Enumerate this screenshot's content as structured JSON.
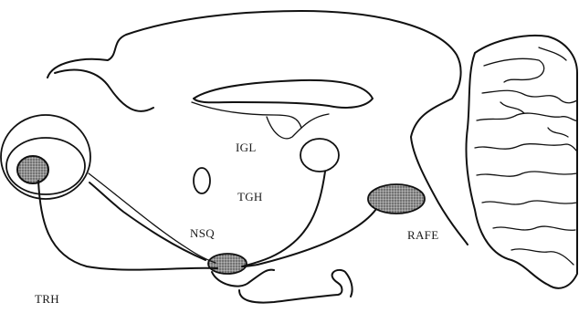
{
  "labels": {
    "igl": "IGL",
    "tgh": "TGH",
    "nsq": "NSQ",
    "rafe": "RAFE",
    "trh": "TRH"
  },
  "colors": {
    "ink": "#111111",
    "shaded_nucleus": "#8a8a8a",
    "background": "#ffffff"
  }
}
